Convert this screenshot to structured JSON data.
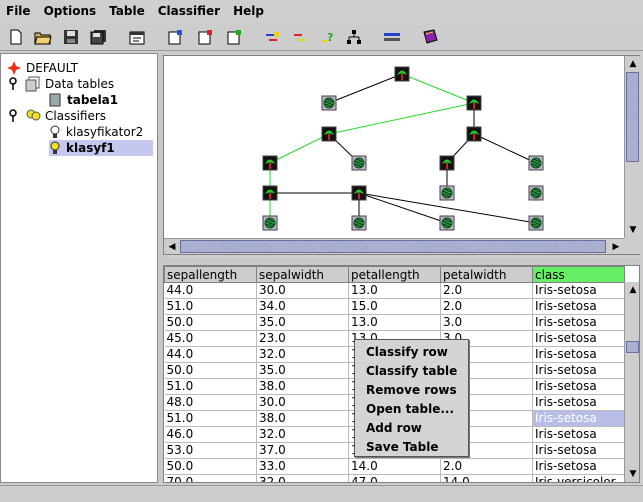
{
  "menubar": {
    "items": [
      "File",
      "Options",
      "Table",
      "Classifier",
      "Help"
    ]
  },
  "toolbar": {
    "icons": [
      "new-file-icon",
      "open-folder-icon",
      "save-icon",
      "save-all-icon",
      "properties-icon",
      "add-table-icon",
      "remove-table-icon",
      "edit-table-icon",
      "classify-icon",
      "remove-classifier-icon",
      "help-classifier-icon",
      "tree-view-icon",
      "connect-icon",
      "book-icon"
    ]
  },
  "tree": {
    "root": "DEFAULT",
    "data_tables": "Data tables",
    "table1": "tabela1",
    "classifiers": "Classifiers",
    "classifier1": "klasyfikator2",
    "classifier2": "klasyf1"
  },
  "table": {
    "columns": [
      "sepallength",
      "sepalwidth",
      "petallength",
      "petalwidth",
      "class"
    ],
    "rows": [
      [
        "44.0",
        "30.0",
        "13.0",
        "2.0",
        "Iris-setosa"
      ],
      [
        "51.0",
        "34.0",
        "15.0",
        "2.0",
        "Iris-setosa"
      ],
      [
        "50.0",
        "35.0",
        "13.0",
        "3.0",
        "Iris-setosa"
      ],
      [
        "45.0",
        "23.0",
        "13.0",
        "3.0",
        "Iris-setosa"
      ],
      [
        "44.0",
        "32.0",
        "1",
        "",
        "Iris-setosa"
      ],
      [
        "50.0",
        "35.0",
        "1",
        "",
        "Iris-setosa"
      ],
      [
        "51.0",
        "38.0",
        "1",
        "",
        "Iris-setosa"
      ],
      [
        "48.0",
        "30.0",
        "1",
        "",
        "Iris-setosa"
      ],
      [
        "51.0",
        "38.0",
        "1",
        "",
        "Iris-setosa"
      ],
      [
        "46.0",
        "32.0",
        "1",
        "",
        "Iris-setosa"
      ],
      [
        "53.0",
        "37.0",
        "1",
        "",
        "Iris-setosa"
      ],
      [
        "50.0",
        "33.0",
        "14.0",
        "2.0",
        "Iris-setosa"
      ],
      [
        "70.0",
        "32.0",
        "47.0",
        "14.0",
        "Iris-versicolor"
      ]
    ],
    "selected_row": 8
  },
  "context_menu": {
    "items": [
      "Classify row",
      "Classify table",
      "Remove rows",
      "Open table...",
      "Add row",
      "Save Table"
    ]
  },
  "colors": {
    "class_header": "#66ee66",
    "selection": "#b8bde8",
    "tree_edge_highlight": "#22dd22"
  }
}
